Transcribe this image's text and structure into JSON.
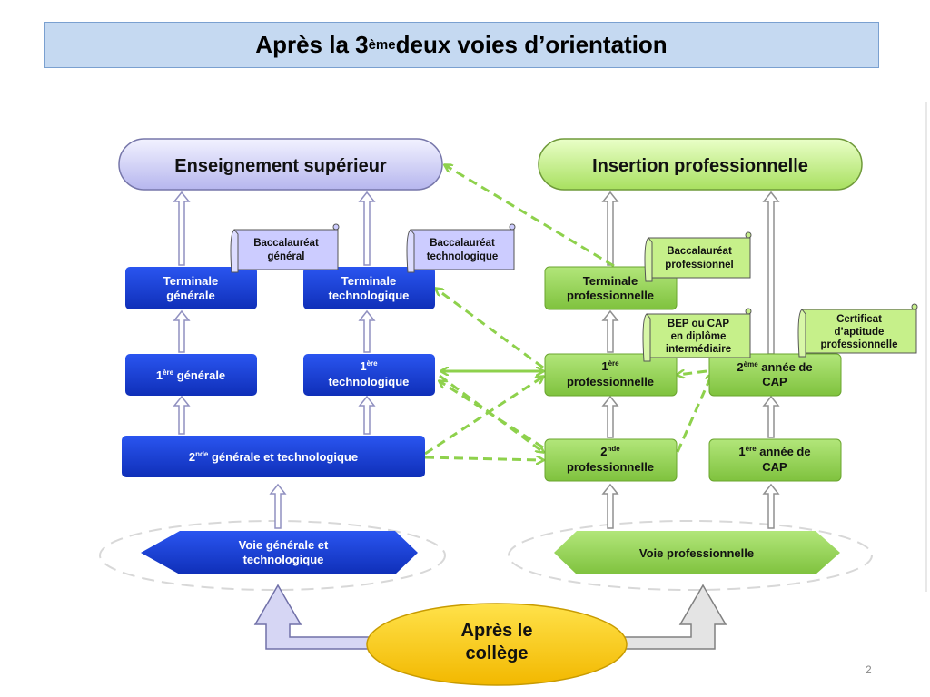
{
  "title": {
    "prefix": "Après la 3",
    "superscript": "ème",
    "suffix": " deux voies d’orientation"
  },
  "page_number": "2",
  "nodes": {
    "sup_general": "Enseignement supérieur",
    "insertion": "Insertion professionnelle",
    "terminale_gen": [
      "Terminale",
      "générale"
    ],
    "terminale_tech": [
      "Terminale",
      "technologique"
    ],
    "premiere_gen": {
      "sup": "ère",
      "pre": "1",
      "post": " générale"
    },
    "premiere_tech": {
      "pre": "1",
      "sup": "ère",
      "line2": "technologique"
    },
    "seconde_gt": {
      "pre": "2",
      "sup": "nde",
      "post": " générale et technologique"
    },
    "voie_gt": [
      "Voie générale et",
      "technologique"
    ],
    "terminale_pro": [
      "Terminale",
      "professionnelle"
    ],
    "premiere_pro": {
      "pre": "1",
      "sup": "ère",
      "line2": "professionnelle"
    },
    "seconde_pro": {
      "pre": "2",
      "sup": "nde",
      "line2": "professionnelle"
    },
    "deuxieme_cap": {
      "pre": "2",
      "sup": "ème",
      "post": " année de",
      "line2": "CAP"
    },
    "premiere_cap": {
      "pre": "1",
      "sup": "ère",
      "post": " année de",
      "line2": "CAP"
    },
    "voie_pro": "Voie professionnelle",
    "apres_college": [
      "Après le",
      "collège"
    ]
  },
  "diplomas": {
    "bac_gen": [
      "Baccalauréat",
      "général"
    ],
    "bac_tech": [
      "Baccalauréat",
      "technologique"
    ],
    "bac_pro": [
      "Baccalauréat",
      "professionnel"
    ],
    "bep_cap": [
      "BEP ou CAP",
      "en diplôme",
      "intermédiaire"
    ],
    "cap_cert": [
      "Certificat",
      "d’aptitude",
      "professionnelle"
    ]
  },
  "colors": {
    "blue_box": "#1a3fd6",
    "green_box": "#92d050",
    "scroll_lavender": "#ccccff",
    "scroll_green": "#c6f08a",
    "dashed_arrow": "#8ed14c",
    "college_yellow": "#ffcc00"
  }
}
